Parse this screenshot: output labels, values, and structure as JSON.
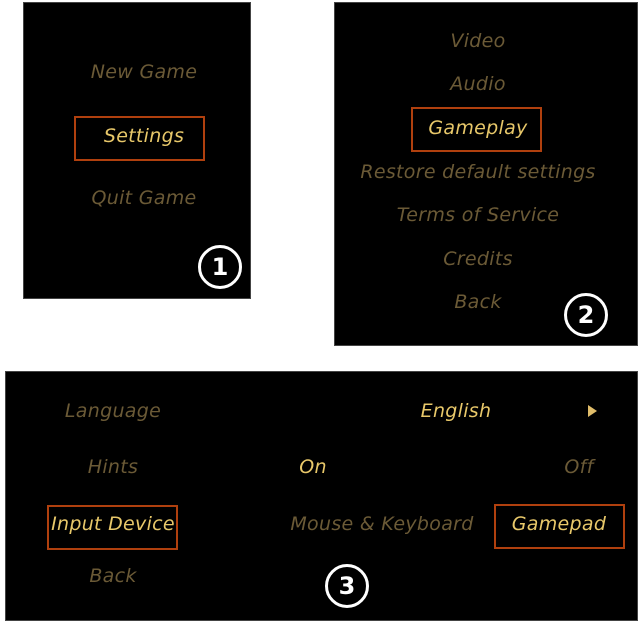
{
  "panel1": {
    "items": [
      "New Game",
      "Settings",
      "Quit Game"
    ],
    "selected": "Settings",
    "badge": "1"
  },
  "panel2": {
    "items": [
      "Video",
      "Audio",
      "Gameplay",
      "Restore default settings",
      "Terms of Service",
      "Credits",
      "Back"
    ],
    "selected": "Gameplay",
    "badge": "2"
  },
  "panel3": {
    "language": {
      "label": "Language",
      "value": "English",
      "icon": "arrow-right-icon"
    },
    "hints": {
      "label": "Hints",
      "on": "On",
      "off": "Off"
    },
    "input_device": {
      "label": "Input Device",
      "option1": "Mouse & Keyboard",
      "option2": "Gamepad"
    },
    "back": "Back",
    "badge": "3"
  },
  "colors": {
    "dim": "#6b5a36",
    "selected": "#e8c86a",
    "highlight_border": "#b0400e"
  }
}
